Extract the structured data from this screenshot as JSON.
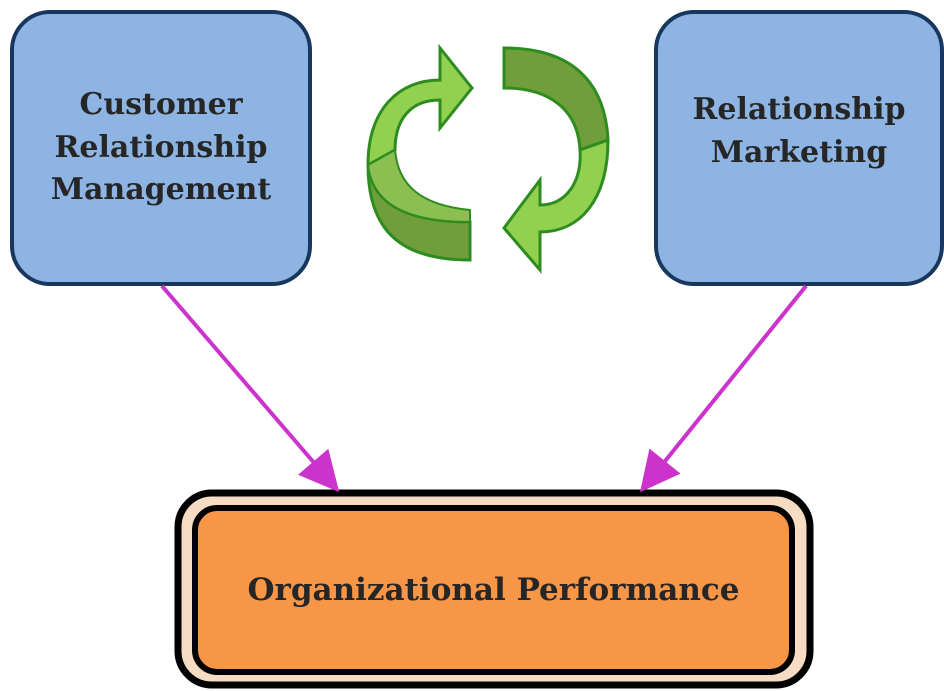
{
  "diagram": {
    "crm_box": {
      "lines": [
        "Customer",
        "Relationship",
        "Management"
      ],
      "fill": "#8DB4E2",
      "stroke": "#17375E"
    },
    "rm_box": {
      "lines": [
        "Relationship",
        "Marketing"
      ],
      "fill": "#8DB4E2",
      "stroke": "#17375E"
    },
    "performance_box": {
      "label": "Organizational Performance",
      "fill": "#F79646",
      "stroke": "#000000"
    },
    "cycle_icon": {
      "name": "refresh-cycle-icon",
      "light_green": "#92D050",
      "dark_green": "#6F9E3A",
      "stroke": "#2E8B1F"
    },
    "connector_color": "#CC33CC"
  }
}
